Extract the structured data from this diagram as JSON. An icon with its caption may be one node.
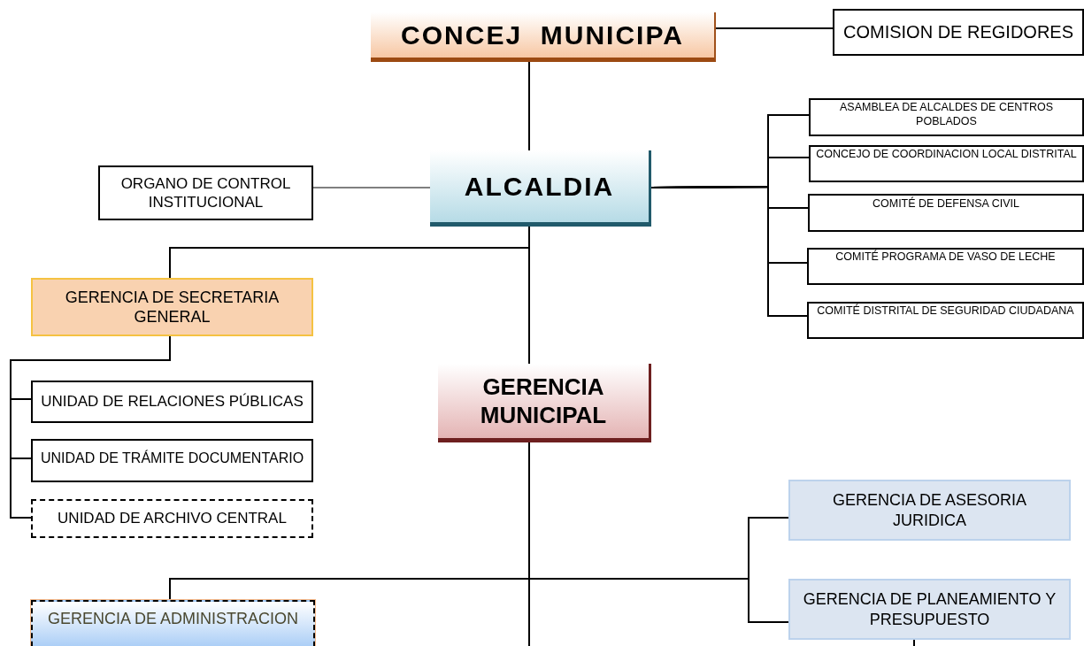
{
  "diagram": {
    "nodes": [
      {
        "text": [
          "CONCEJ  MUNICIPA"
        ]
      },
      {
        "text": [
          "COMISION DE REGIDORES"
        ]
      },
      {
        "text": [
          "ALCALDIA"
        ]
      },
      {
        "text": [
          "ORGANO DE CONTROL INSTITUCIONAL"
        ]
      },
      {
        "text": [
          "ASAMBLEA DE ALCALDES DE CENTROS POBLADOS"
        ]
      },
      {
        "text": [
          "CONCEJO DE COORDINACION LOCAL DISTRITAL"
        ]
      },
      {
        "text": [
          "COMITÉ DE DEFENSA CIVIL"
        ]
      },
      {
        "text": [
          "COMITÉ PROGRAMA DE VASO DE LECHE"
        ]
      },
      {
        "text": [
          "COMITÉ DISTRITAL DE SEGURIDAD CIUDADANA"
        ]
      },
      {
        "text": [
          "GERENCIA DE SECRETARIA GENERAL"
        ]
      },
      {
        "text": [
          "GERENCIA MUNICIPAL"
        ]
      },
      {
        "text": [
          "UNIDAD DE RELACIONES PÚBLICAS"
        ]
      },
      {
        "text": [
          "UNIDAD DE TRÁMITE DOCUMENTARIO"
        ]
      },
      {
        "text": [
          "UNIDAD DE ARCHIVO CENTRAL"
        ]
      },
      {
        "text": [
          "GERENCIA DE ASESORIA JURIDICA"
        ]
      },
      {
        "text": [
          "GERENCIA DE PLANEAMIENTO Y PRESUPUESTO"
        ]
      },
      {
        "text": [
          "GERENCIA DE ADMINISTRACION"
        ]
      }
    ],
    "edges": [
      {
        "from": 0,
        "to": 1,
        "arrow": "none"
      },
      {
        "from": 0,
        "to": 2,
        "arrow": "none"
      },
      {
        "from": 2,
        "to": 3,
        "arrow": "none"
      },
      {
        "from": 2,
        "to": 4,
        "arrow": "none"
      },
      {
        "from": 2,
        "to": 5,
        "arrow": "none"
      },
      {
        "from": 2,
        "to": 6,
        "arrow": "none"
      },
      {
        "from": 2,
        "to": 7,
        "arrow": "none"
      },
      {
        "from": 2,
        "to": 8,
        "arrow": "none"
      },
      {
        "from": 2,
        "to": 9,
        "arrow": "none"
      },
      {
        "from": 2,
        "to": 10,
        "arrow": "none"
      },
      {
        "from": 9,
        "to": 11,
        "arrow": "none"
      },
      {
        "from": 9,
        "to": 12,
        "arrow": "none"
      },
      {
        "from": 9,
        "to": 13,
        "arrow": "none"
      },
      {
        "from": 10,
        "to": 14,
        "arrow": "none"
      },
      {
        "from": 10,
        "to": 15,
        "arrow": "none"
      },
      {
        "from": 10,
        "to": 16,
        "arrow": "none"
      },
      {
        "from": 10,
        "to": null,
        "arrow": "none"
      },
      {
        "from": 15,
        "to": null,
        "arrow": "none"
      }
    ]
  }
}
